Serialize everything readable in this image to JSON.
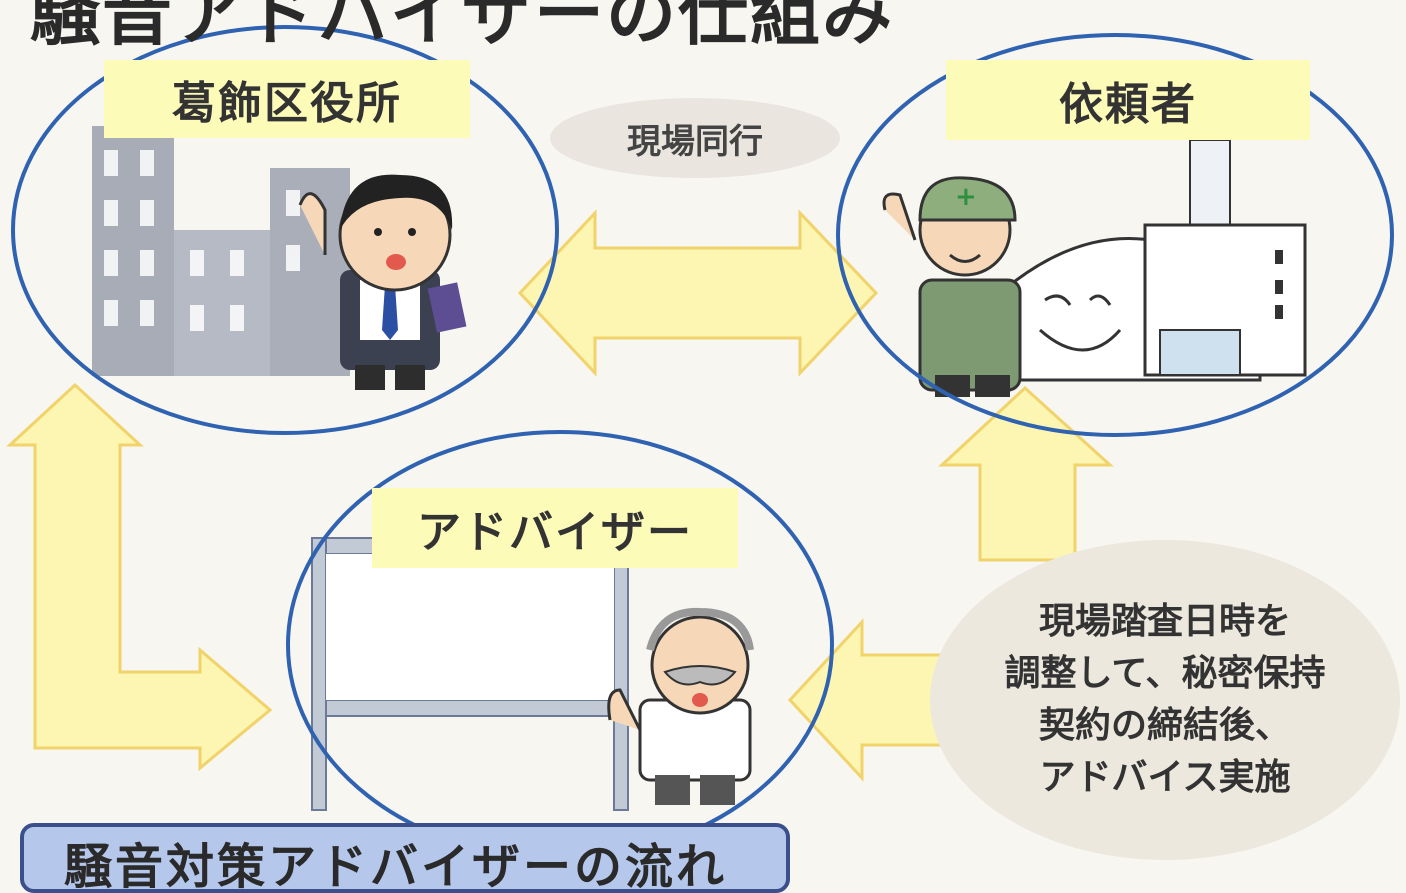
{
  "page_title": "騒音アドバイザーの仕組み",
  "nodes": {
    "ward_office": "葛飾区役所",
    "requester": "依頼者",
    "advisor": "アドバイザー"
  },
  "edge_label": "現場同行",
  "note_lines": [
    "現場踏査日時を",
    "調整して、秘密保持",
    "契約の締結後、",
    "アドバイス実施"
  ],
  "bottom_caption": "騒音対策アドバイザーの流れ",
  "colors": {
    "arrow_fill": "#fdf5b2",
    "arrow_stroke": "#f1d36a",
    "ellipse_stroke": "#2f62b0",
    "label_bg": "#fdfbb8"
  }
}
